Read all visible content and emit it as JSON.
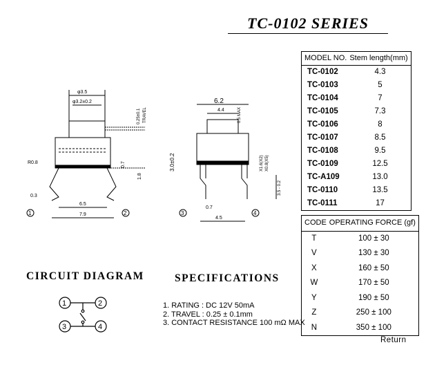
{
  "title": "TC-0102  SERIES",
  "model_table": {
    "headers": [
      "MODEL NO.",
      "Stem length(mm)"
    ],
    "rows": [
      {
        "model": "TC-0102",
        "stem": "4.3"
      },
      {
        "model": "TC-0103",
        "stem": "5"
      },
      {
        "model": "TC-0104",
        "stem": "7"
      },
      {
        "model": "TC-0105",
        "stem": "7.3"
      },
      {
        "model": "TC-0106",
        "stem": "8"
      },
      {
        "model": "TC-0107",
        "stem": "8.5"
      },
      {
        "model": "TC-0108",
        "stem": "9.5"
      },
      {
        "model": "TC-0109",
        "stem": "12.5"
      },
      {
        "model": "TC-A109",
        "stem": "13.0"
      },
      {
        "model": "TC-0110",
        "stem": "13.5"
      },
      {
        "model": "TC-0111",
        "stem": "17"
      }
    ]
  },
  "force_table": {
    "headers": [
      "CODE",
      "OPERATING FORCE (gf)"
    ],
    "rows": [
      {
        "code": "T",
        "force": "100 ± 30"
      },
      {
        "code": "V",
        "force": "130 ± 30"
      },
      {
        "code": "X",
        "force": "160 ± 50"
      },
      {
        "code": "W",
        "force": "170 ± 50"
      },
      {
        "code": "Y",
        "force": "190 ± 50"
      },
      {
        "code": "Z",
        "force": "250 ± 100"
      },
      {
        "code": "N",
        "force": "350 ± 100"
      }
    ]
  },
  "circuit_heading": "CIRCUIT  DIAGRAM",
  "spec_heading": "SPECIFICATIONS",
  "specs": [
    "1. RATING : DC 12V  50mA",
    "2. TRAVEL : 0.25 ± 0.1mm",
    "3. CONTACT RESISTANCE 100 mΩ MAX"
  ],
  "return_label": "Return",
  "side_view": {
    "dims": {
      "d1": "φ3.5",
      "d2": "φ3.2±0.2",
      "travel_val": "0.25±0.1",
      "travel": "TRAVEL",
      "r": "R0.8",
      "h1": "0.7",
      "h2": "1.8",
      "t": "0.3",
      "w1": "6.5",
      "w2": "7.9"
    },
    "pins": [
      "1",
      "2"
    ]
  },
  "front_view": {
    "dims": {
      "w": "6.2",
      "w2": "4.4",
      "h": "3.0±0.2",
      "max": "0.5 MAX",
      "x1": "X1.6(X2)",
      "x2": "X0.8(X5)",
      "pin_h": "3.5 - 0.2",
      "pin_w": "0.7",
      "base_w": "4.5"
    },
    "pins": [
      "3",
      "4"
    ]
  },
  "circuit": {
    "nodes": [
      "1",
      "2",
      "3",
      "4"
    ]
  }
}
